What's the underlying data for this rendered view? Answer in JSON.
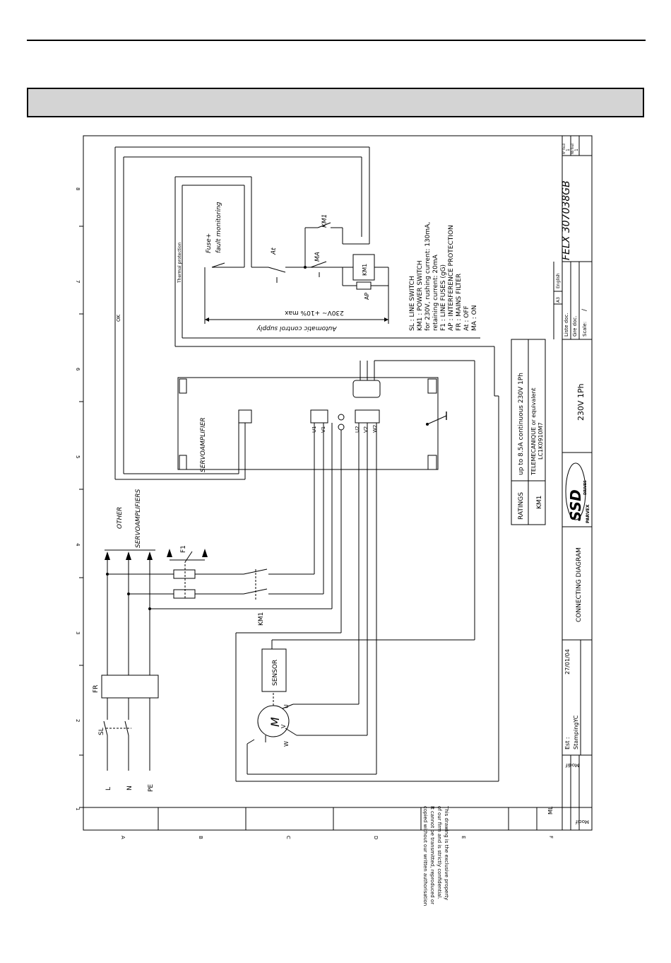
{
  "page": {
    "title_bar_text": ""
  },
  "sheet": {
    "column_numbers": [
      "1",
      "2",
      "3",
      "4",
      "5",
      "6",
      "7",
      "8"
    ],
    "row_letters": [
      "A",
      "B",
      "C",
      "D",
      "E",
      "F"
    ]
  },
  "diagram": {
    "line_labels": {
      "l": "L",
      "n": "N",
      "pe": "PE"
    },
    "sl_label": "SL",
    "fr_label": "FR",
    "km1_contact_label": "KM1",
    "f1_label": "F1",
    "other_servo": {
      "line1": "OTHER",
      "line2": "SERVOAMPLIFIERS"
    },
    "servoamplifier_label": "SERVOAMPLIFIER",
    "terminals": {
      "u1": "U1",
      "v1": "V1",
      "u2": "U2",
      "v2": "V2",
      "w2": "W2"
    },
    "motor": {
      "label": "M",
      "u": "U",
      "v": "V",
      "w": "W"
    },
    "sensor_label": "SENSOR",
    "thermal_protection": "Thermal protection",
    "fuse_monitoring": {
      "line1": "Fuse+",
      "line2": "fault monitoring"
    },
    "ok_label": "OK",
    "at_label": "At",
    "ma_label": "MA",
    "km1_coil": "KM1",
    "km1_aux": "KM1",
    "ap_label": "AP",
    "supply": {
      "line1": "230V~ +10% max",
      "line2": "Automatic control supply"
    },
    "legend": [
      "SL : LINE SWITCH",
      "KM1 : POWER SWITCH",
      "for 230V, rushing current: 130mA,",
      "retaining current: 20mA",
      "F1 : LINE FUSES (gG)",
      "AP : INTERFERENCE PROTECTION",
      "FR : MAINS FILTER",
      "At : OFF",
      "MA : ON"
    ]
  },
  "ratings": {
    "header": "RATINGS",
    "value": "up to 8.5A continuous 230V 1Ph",
    "km1_label": "KM1",
    "km1_value_1": "TELEMECANIQUE or equivalent",
    "km1_value_2": "LC1K0910M7"
  },
  "title_block": {
    "modif_1": "Modif",
    "modif_2": "Modif",
    "author": "ML",
    "confidential": [
      "This drawing is the exclusive property",
      "of our firm and is strictly confidential.",
      "It cannot be transmitted, reproduced or",
      "copied without our written authorisation"
    ],
    "est_label": "Est :",
    "est_date": "27/01/04",
    "est_name": "StampingYC",
    "diagram_title": "CONNECTING DIAGRAM",
    "logo_text": "SSD",
    "logo_sub": "DRIVES",
    "logo_brand": "PARVEX",
    "config": "230V 1Ph",
    "liste_doc": "Liste doc.",
    "gre_doc": "Gre doc.",
    "scale_label": "Scale:",
    "scale_value": "/",
    "format": "A3",
    "language": "English",
    "drawing_number": "FELX 307038GB",
    "folio_header": "N° feuil",
    "folio_value": "1",
    "folio_total_header": "Nb feuil",
    "folio_total_value": "1"
  }
}
